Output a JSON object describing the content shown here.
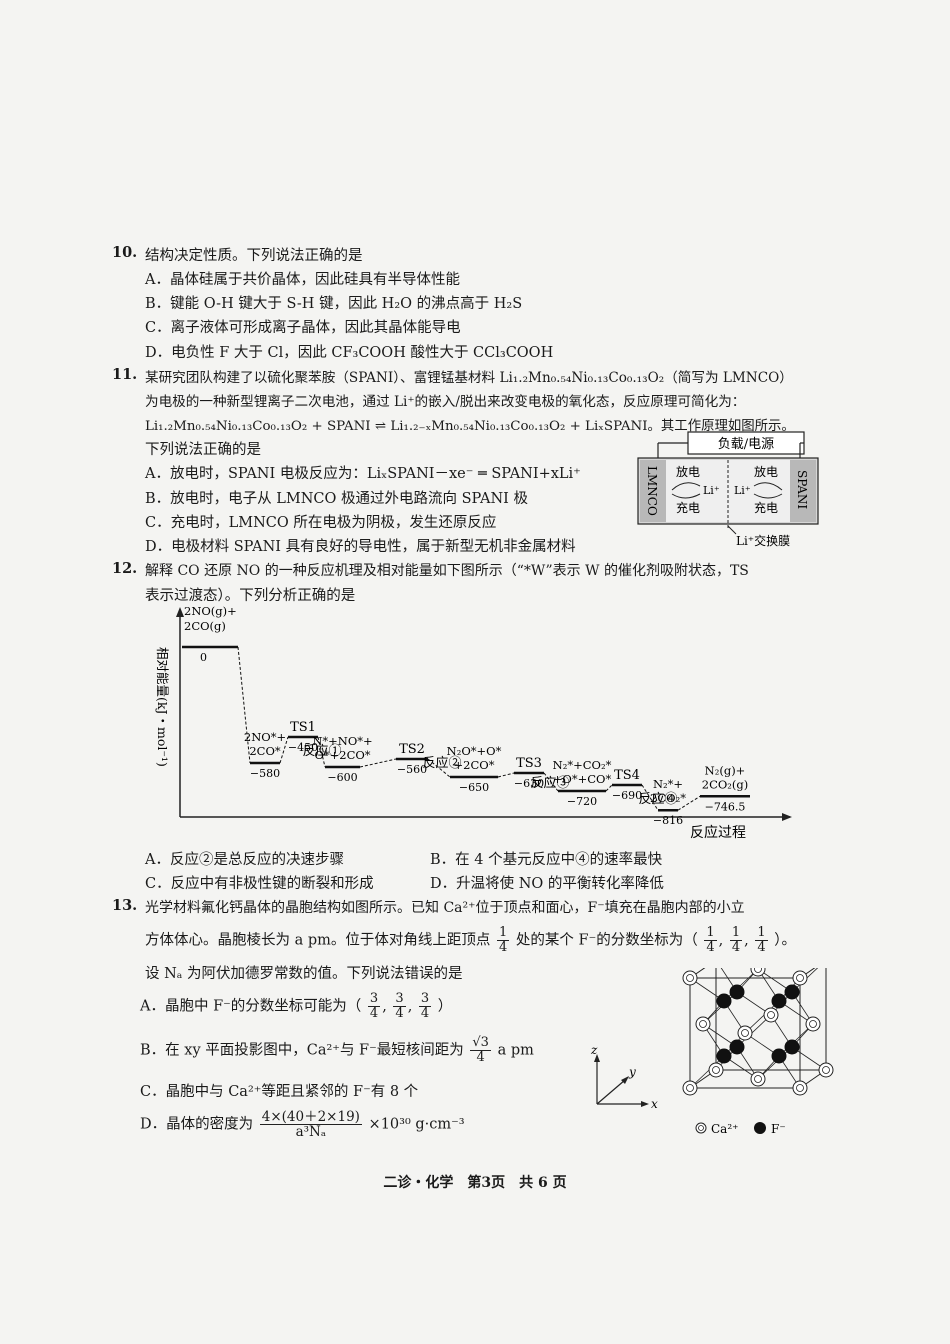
{
  "q10": {
    "num": "10.",
    "stem": "结构决定性质。下列说法正确的是",
    "A": "A．晶体硅属于共价晶体，因此硅具有半导体性能",
    "B": "B．键能 O-H 键大于 S-H 键，因此 H₂O 的沸点高于 H₂S",
    "C": "C．离子液体可形成离子晶体，因此其晶体能导电",
    "D": "D．电负性 F 大于 Cl，因此 CF₃COOH 酸性大于 CCl₃COOH"
  },
  "q11": {
    "num": "11.",
    "l1": "某研究团队构建了以硫化聚苯胺（SPANI）、富锂锰基材料 Li₁.₂Mn₀.₅₄Ni₀.₁₃Co₀.₁₃O₂（简写为 LMNCO）",
    "l2": "为电极的一种新型锂离子二次电池，通过 Li⁺的嵌入/脱出来改变电极的氧化态，反应原理可简化为：",
    "l3": "Li₁.₂Mn₀.₅₄Ni₀.₁₃Co₀.₁₃O₂ + SPANI ⇌ Li₁.₂₋ₓMn₀.₅₄Ni₀.₁₃Co₀.₁₃O₂ + LiₓSPANI。其工作原理如图所示。",
    "l4": "下列说法正确的是",
    "A": "A．放电时，SPANI 电极反应为：LiₓSPANI－xe⁻ ═ SPANI+xLi⁺",
    "B": "B．放电时，电子从 LMNCO 极通过外电路流向 SPANI 极",
    "C": "C．充电时，LMNCO 所在电极为阴极，发生还原反应",
    "D": "D．电极材料 SPANI 具有良好的导电性，属于新型无机非金属材料",
    "fig": {
      "source": "负载/电源",
      "left_electrode": "LMNCO",
      "right_electrode": "SPANI",
      "discharge": "放电",
      "charge": "充电",
      "ion": "Li⁺",
      "membrane": "Li⁺交换膜"
    }
  },
  "q12": {
    "num": "12.",
    "l1": "解释 CO 还原 NO 的一种反应机理及相对能量如下图所示（“*W”表示 W 的催化剂吸附状态，TS",
    "l2": "表示过渡态）。下列分析正确的是",
    "A": "A．反应②是总反应的决速步骤",
    "B": "B．在 4 个基元反应中④的速率最快",
    "C": "C．反应中有非极性键的断裂和形成",
    "D": "D．升温将使 NO 的平衡转化率降低",
    "chart": {
      "ylabel": "相对能量(kJ・mol⁻¹)",
      "xlabel": "反应过程",
      "levels": [
        {
          "label": "2NO(g)+ 2CO(g)",
          "value": 0
        },
        {
          "label": "2NO*+ 2CO*",
          "value": -580
        },
        {
          "label": "TS1",
          "value": -450
        },
        {
          "label": "N*+NO*+ O*+2CO*",
          "value": -600
        },
        {
          "label": "TS2",
          "value": -560
        },
        {
          "label": "N₂O*+O* +2CO*",
          "value": -650
        },
        {
          "label": "TS3",
          "value": -630
        },
        {
          "label": "N₂*+CO₂* +O*+CO*",
          "value": -720
        },
        {
          "label": "TS4",
          "value": -690
        },
        {
          "label": "N₂*+ 2CO₂*",
          "value": -816
        },
        {
          "label": "N₂(g)+ 2CO₂(g)",
          "value": -746.5
        }
      ],
      "value_labels": [
        "0",
        "−580",
        "−450",
        "−600",
        "−560",
        "−650",
        "−630",
        "−720",
        "−690",
        "−816",
        "−746.5"
      ],
      "reactions": [
        "反应①",
        "反应②",
        "反应③",
        "反应④"
      ]
    }
  },
  "q13": {
    "num": "13.",
    "l1": "光学材料氟化钙晶体的晶胞结构如图所示。已知 Ca²⁺位于顶点和面心，F⁻填充在晶胞内部的小立",
    "l2a": "方体体心。晶胞棱长为 a pm。位于体对角线上距顶点",
    "l2b": "处的某个 F⁻的分数坐标为（",
    "l2c": "）。",
    "l3": "设 Nₐ 为阿伏加德罗常数的值。下列说法错误的是",
    "A1": "A．晶胞中 F⁻的分数坐标可能为（",
    "A2": "）",
    "B1": "B．在 xy 平面投影图中，Ca²⁺与 F⁻最短核间距为",
    "B2": "a pm",
    "C": "C．晶胞中与 Ca²⁺等距且紧邻的 F⁻有 8 个",
    "D1": "D．晶体的密度为",
    "D2": "×10³⁰ g·cm⁻³",
    "D_num": "4×(40＋2×19)",
    "D_den": "a³Nₐ",
    "legend_ca": "Ca²⁺",
    "legend_f": "F⁻",
    "axes": {
      "x": "x",
      "y": "y",
      "z": "z"
    }
  },
  "footer": "二诊・化学　第3页　共 6 页"
}
